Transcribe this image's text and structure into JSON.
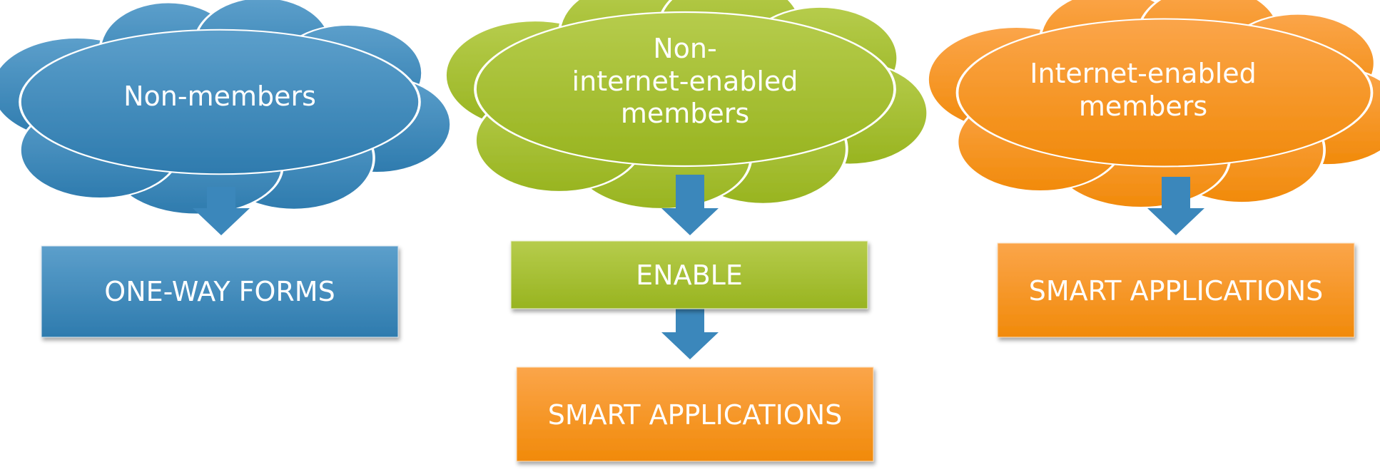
{
  "clouds": {
    "non_members": "Non-members",
    "non_internet_line1": "Non-",
    "non_internet_line2": "internet-enabled",
    "non_internet_line3": "members",
    "internet_line1": "Internet-enabled",
    "internet_line2": "members"
  },
  "boxes": {
    "one_way_forms": "ONE-WAY FORMS",
    "enable": "ENABLE",
    "smart_applications_middle": "SMART APPLICATIONS",
    "smart_applications_right": "SMART APPLICATIONS"
  },
  "colors": {
    "blue": "#3d8fc0",
    "green": "#a7c02a",
    "orange": "#f59212",
    "arrow": "#3b87bb"
  }
}
